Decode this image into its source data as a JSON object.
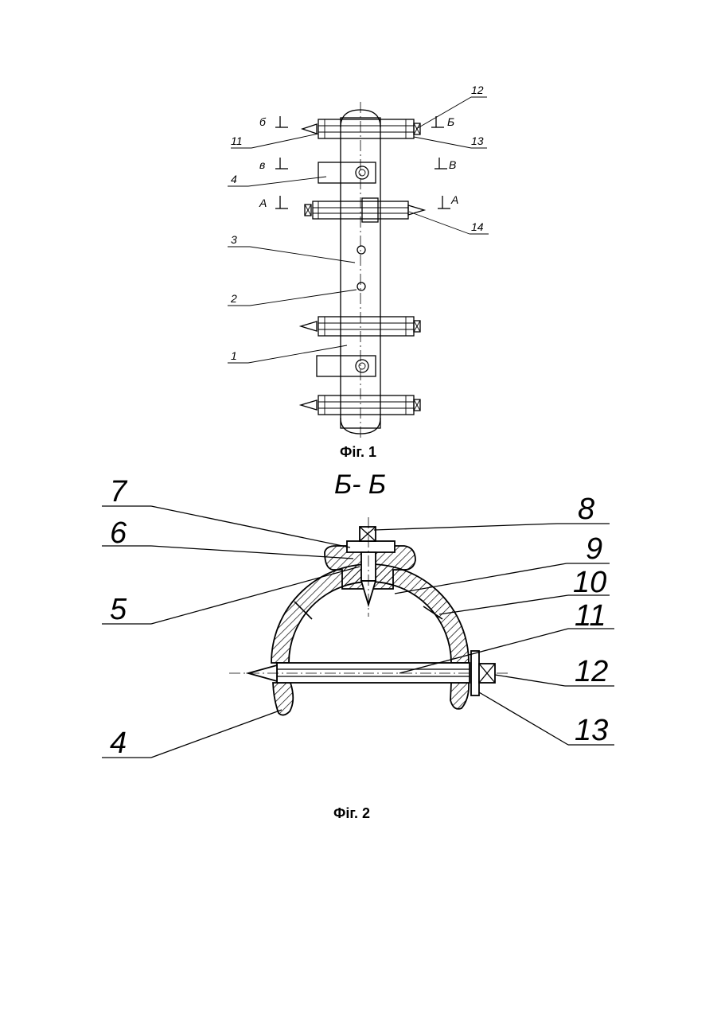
{
  "figure1": {
    "caption": "Фіг. 1",
    "callouts": [
      "1",
      "2",
      "3",
      "4",
      "11",
      "12",
      "13",
      "14"
    ],
    "section_marks": {
      "b_small": "б",
      "b_cap": "Б",
      "v_small": "в",
      "v_cap": "В",
      "a_cap": "А"
    }
  },
  "figure2": {
    "caption": "Фіг. 2",
    "section_title": "Б- Б",
    "callouts": [
      "4",
      "5",
      "6",
      "7",
      "8",
      "9",
      "10",
      "11",
      "12",
      "13"
    ]
  }
}
